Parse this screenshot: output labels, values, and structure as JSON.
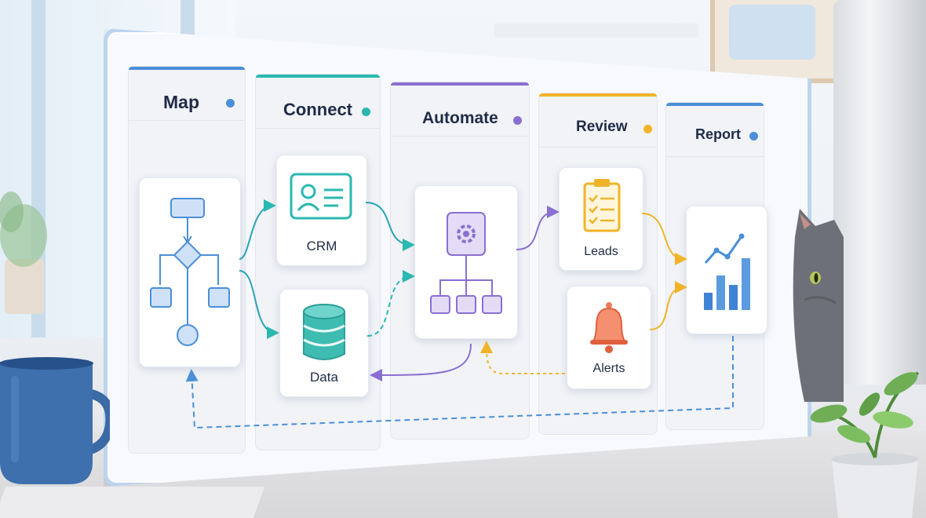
{
  "columns": [
    {
      "title": "Map",
      "accent": "#4a8fd8"
    },
    {
      "title": "Connect",
      "accent": "#2ab8b0"
    },
    {
      "title": "Automate",
      "accent": "#8a6fd0"
    },
    {
      "title": "Review",
      "accent": "#f0b429"
    },
    {
      "title": "Report",
      "accent": "#4a8fd8"
    }
  ],
  "cards": {
    "flowchart": {
      "icon": "flowchart-icon"
    },
    "crm": {
      "label": "CRM",
      "icon": "contact-card-icon"
    },
    "data": {
      "label": "Data",
      "icon": "database-icon"
    },
    "automate": {
      "icon": "gear-hierarchy-icon"
    },
    "leads": {
      "label": "Leads",
      "icon": "checklist-clipboard-icon"
    },
    "alerts": {
      "label": "Alerts",
      "icon": "bell-icon"
    },
    "report": {
      "icon": "bar-chart-icon"
    }
  },
  "colors": {
    "blue": "#4a8fd8",
    "teal": "#2ab8b0",
    "purple": "#8a6fd0",
    "amber": "#f0b429",
    "coral": "#f07a5a"
  }
}
